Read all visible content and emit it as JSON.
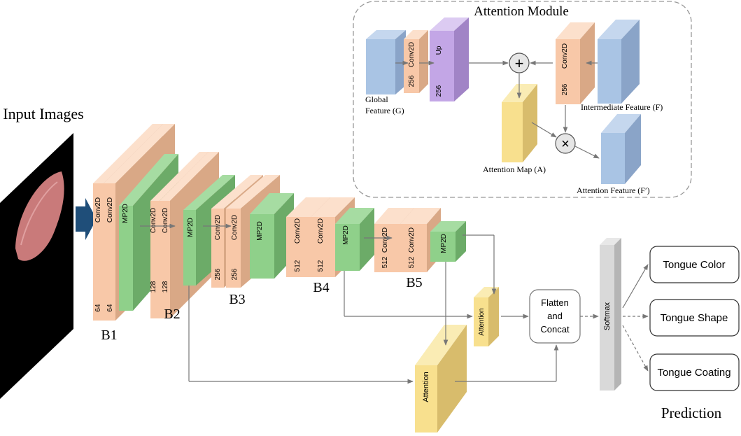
{
  "input_label": "Input Images",
  "blocks": [
    {
      "label": "B1",
      "layers": [
        {
          "name": "Conv2D",
          "channels": "64"
        },
        {
          "name": "Conv2D",
          "channels": "64"
        },
        {
          "name": "MP2D",
          "channels": ""
        }
      ]
    },
    {
      "label": "B2",
      "layers": [
        {
          "name": "Conv2D",
          "channels": "128"
        },
        {
          "name": "Conv2D",
          "channels": "128"
        },
        {
          "name": "MP2D",
          "channels": ""
        }
      ]
    },
    {
      "label": "B3",
      "layers": [
        {
          "name": "Conv2D",
          "channels": "256"
        },
        {
          "name": "Conv2D",
          "channels": "256"
        },
        {
          "name": "MP2D",
          "channels": ""
        }
      ]
    },
    {
      "label": "B4",
      "layers": [
        {
          "name": "Conv2D",
          "channels": "512"
        },
        {
          "name": "Conv2D",
          "channels": "512"
        },
        {
          "name": "MP2D",
          "channels": ""
        }
      ]
    },
    {
      "label": "B5",
      "layers": [
        {
          "name": "Conv2D",
          "channels": "512"
        },
        {
          "name": "Conv2D",
          "channels": "512"
        },
        {
          "name": "MP2D",
          "channels": ""
        }
      ]
    }
  ],
  "attention_label": "Attention",
  "flatten_label_line1": "Flatten",
  "flatten_label_line2": "and",
  "flatten_label_line3": "Concat",
  "softmax_label": "Softmax",
  "outputs": [
    "Tongue Color",
    "Tongue Shape",
    "Tongue Coating"
  ],
  "prediction_label": "Prediction",
  "attention_module": {
    "title": "Attention Module",
    "global_feature_line1": "Global",
    "global_feature_line2": "Feature (G)",
    "conv_label": "Conv2D",
    "conv_channels": "256",
    "up_label": "Up",
    "up_channels": "256",
    "right_conv_label": "Conv2D",
    "right_conv_channels": "256",
    "intermediate_label": "Intermediate Feature (F)",
    "attention_map_label": "Attention Map (A)",
    "attention_feature_label": "Attention Feature (F′)",
    "plus_symbol": "+",
    "times_symbol": "×"
  },
  "colors": {
    "conv": "#f8c8a8",
    "mp": "#8fd08a",
    "attention": "#f8e08e",
    "feature": "#a9c4e4",
    "up": "#c3a6e6",
    "softmax": "#d9d9d9",
    "arrow": "#1f4e79"
  }
}
